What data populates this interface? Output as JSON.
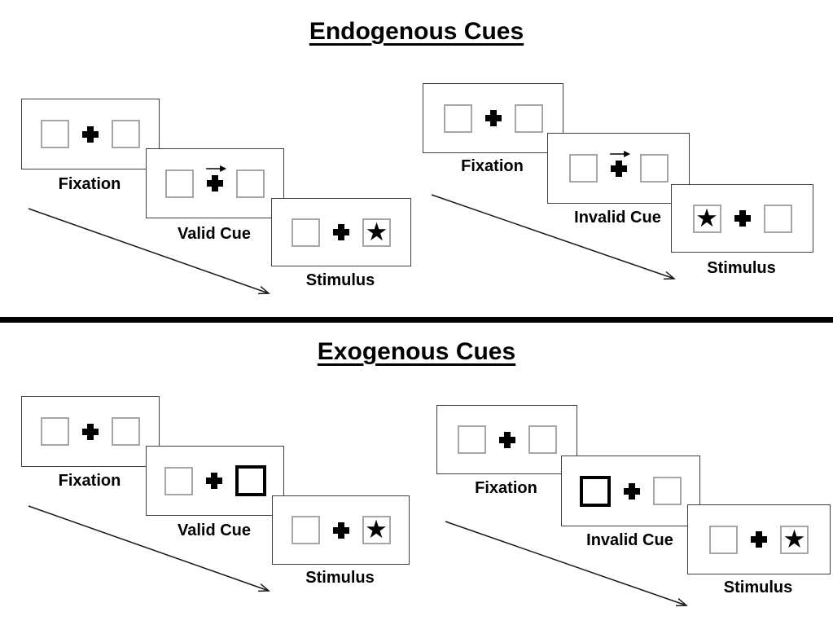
{
  "diagram": {
    "sections": [
      {
        "title": "Endogenous Cues",
        "groups": [
          {
            "name": "endogenous-valid",
            "cue_description": "central arrow pointing right above fixation cross",
            "panels": [
              {
                "label": "Fixation",
                "left_box": "empty",
                "center": "plus",
                "right_box": "empty"
              },
              {
                "label": "Valid Cue",
                "left_box": "empty",
                "center": "plus-with-right-arrow",
                "right_box": "empty"
              },
              {
                "label": "Stimulus",
                "left_box": "empty",
                "center": "plus",
                "right_box": "star"
              }
            ]
          },
          {
            "name": "endogenous-invalid",
            "cue_description": "central arrow pointing right above fixation cross, stimulus appears left",
            "panels": [
              {
                "label": "Fixation",
                "left_box": "empty",
                "center": "plus",
                "right_box": "empty"
              },
              {
                "label": "Invalid Cue",
                "left_box": "empty",
                "center": "plus-with-right-arrow",
                "right_box": "empty"
              },
              {
                "label": "Stimulus",
                "left_box": "star",
                "center": "plus",
                "right_box": "empty"
              }
            ]
          }
        ]
      },
      {
        "title": "Exogenous Cues",
        "groups": [
          {
            "name": "exogenous-valid",
            "cue_description": "right peripheral box brightened (bold outline)",
            "panels": [
              {
                "label": "Fixation",
                "left_box": "empty",
                "center": "plus",
                "right_box": "empty"
              },
              {
                "label": "Valid Cue",
                "left_box": "empty",
                "center": "plus",
                "right_box": "bold-empty"
              },
              {
                "label": "Stimulus",
                "left_box": "empty",
                "center": "plus",
                "right_box": "star"
              }
            ]
          },
          {
            "name": "exogenous-invalid",
            "cue_description": "left peripheral box brightened (bold outline), stimulus appears right",
            "panels": [
              {
                "label": "Fixation",
                "left_box": "empty",
                "center": "plus",
                "right_box": "empty"
              },
              {
                "label": "Invalid Cue",
                "left_box": "bold-empty",
                "center": "plus",
                "right_box": "empty"
              },
              {
                "label": "Stimulus",
                "left_box": "empty",
                "center": "plus",
                "right_box": "star"
              }
            ]
          }
        ]
      }
    ],
    "symbols": {
      "star": "★"
    },
    "colors": {
      "ink": "#000000",
      "panel_border": "#404040",
      "box_border": "#a6a6a6"
    }
  }
}
